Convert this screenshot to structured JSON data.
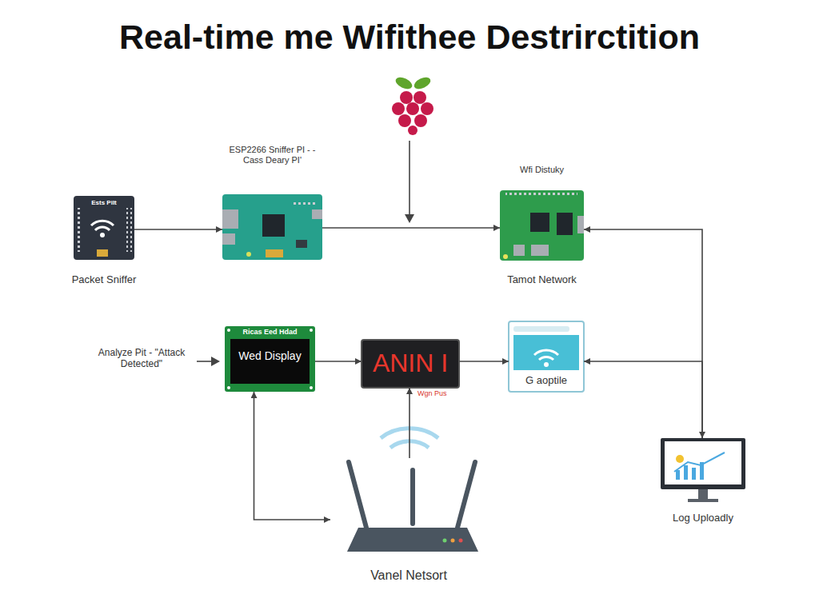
{
  "diagram": {
    "title": "Real-time me Wifithee Destrirctition",
    "nodes": [
      {
        "text": [
          "Ests Pilt",
          "Packet Sniffer"
        ]
      },
      {
        "text": [
          "ESP2266 Sniffer PI - - Cass Deary PI'"
        ]
      },
      {
        "text": [
          "Wfi Distuky",
          "Tamot Network"
        ]
      },
      {
        "text": [
          "Ricas Eed Hdad",
          "Wed Display"
        ]
      },
      {
        "text": [
          "ANIN I",
          "Wgn Pus"
        ]
      },
      {
        "text": [
          "G aoptile"
        ]
      },
      {
        "text": [
          "Vanel Netsort"
        ]
      },
      {
        "text": [
          "Log Uploadly"
        ]
      }
    ],
    "edges": [
      {
        "from": 0,
        "to": 1,
        "arrow": "to"
      },
      {
        "from": 1,
        "to": 2,
        "arrow": "to"
      },
      {
        "from": 2,
        "to": 7,
        "arrow": "both"
      },
      {
        "from": 7,
        "to": 5,
        "arrow": "to"
      },
      {
        "from": 3,
        "to": 4,
        "arrow": "to"
      },
      {
        "from": 4,
        "to": 5,
        "arrow": "to"
      },
      {
        "from": 6,
        "to": 4,
        "arrow": "to"
      },
      {
        "from": 3,
        "to": 6,
        "arrow": "both"
      }
    ],
    "labels": [
      "Analyze Pit - \"Attack Detected\""
    ]
  }
}
